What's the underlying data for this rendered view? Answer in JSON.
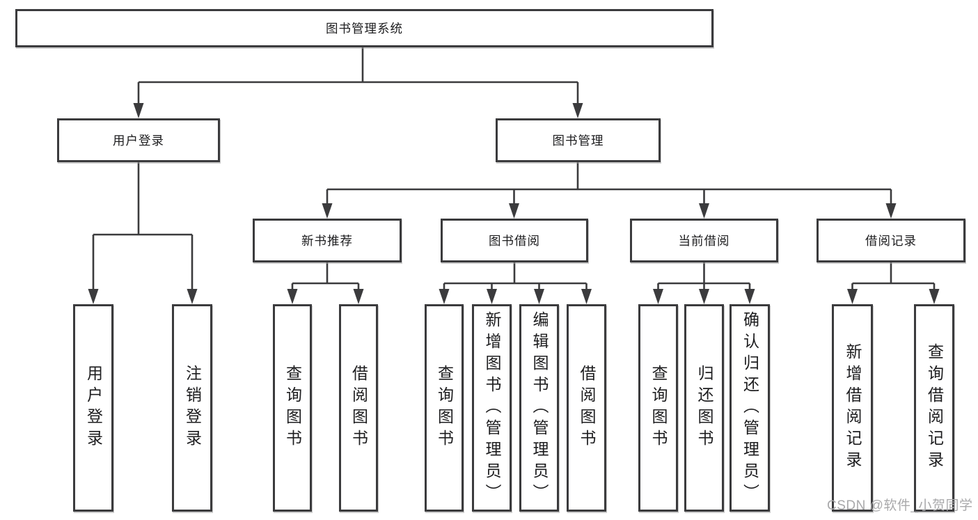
{
  "watermark": "CSDN @软件_小贺同学",
  "colors": {
    "line": "#3b3b3d",
    "text": "#1d1d1f",
    "watermark": "#a9a9ab",
    "background": "#ffffff"
  },
  "tree": {
    "root": "图书管理系统",
    "branches": [
      {
        "label": "用户登录",
        "children": [
          "用户登录",
          "注销登录"
        ]
      },
      {
        "label": "图书管理",
        "groups": [
          {
            "label": "新书推荐",
            "children": [
              "查询图书",
              "借阅图书"
            ]
          },
          {
            "label": "图书借阅",
            "children": [
              "查询图书",
              "新增图书（管理员）",
              "编辑图书（管理员）",
              "借阅图书"
            ]
          },
          {
            "label": "当前借阅",
            "children": [
              "查询图书",
              "归还图书",
              "确认归还（管理员）"
            ]
          },
          {
            "label": "借阅记录",
            "children": [
              "新增借阅记录",
              "查询借阅记录"
            ]
          }
        ]
      }
    ]
  }
}
